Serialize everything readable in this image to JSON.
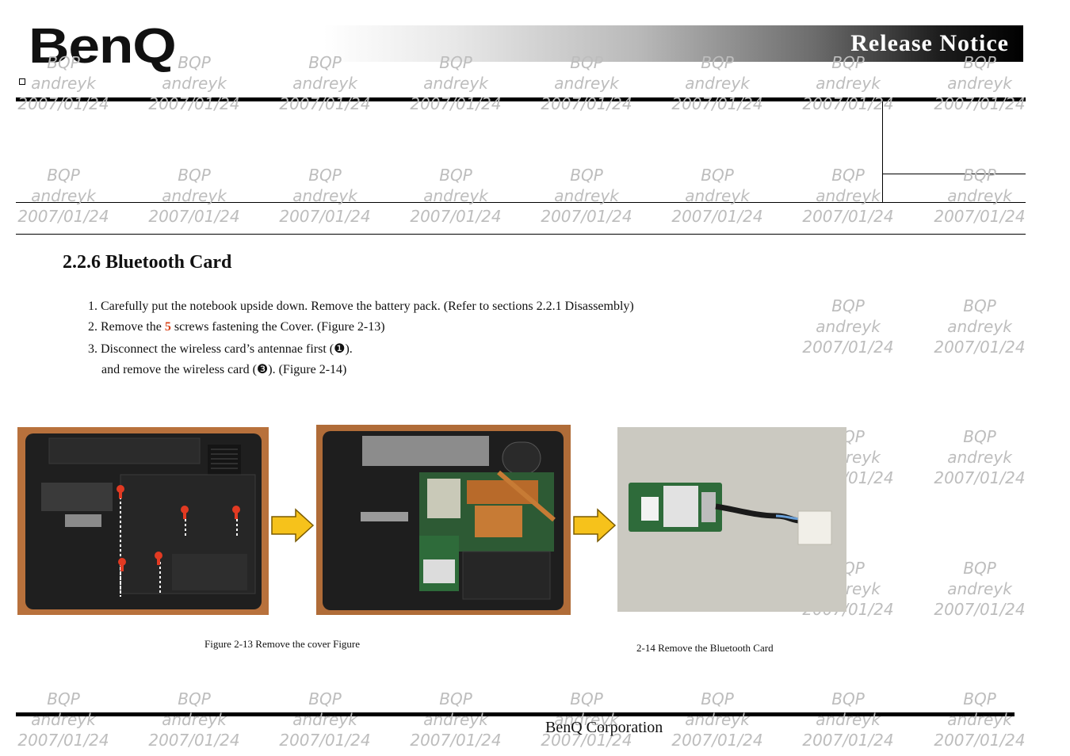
{
  "header": {
    "logo": "BenQ",
    "banner_title": "Release Notice"
  },
  "watermark": {
    "line1": "BQP",
    "line2": "andreyk",
    "line3": "2007/01/24"
  },
  "section": {
    "title": "2.2.6 Bluetooth Card",
    "steps": [
      {
        "pre": "1. Carefully put the notebook upside down. Remove the battery pack. (Refer to sections 2.2.1 Disassembly)",
        "em": "",
        "post": ""
      },
      {
        "pre": "2. Remove the ",
        "em": "5",
        "post": " screws fastening the Cover. (Figure 2-13)"
      },
      {
        "pre": "3. Disconnect the wireless card’s antennae first (❶).",
        "em": "",
        "post": ""
      },
      {
        "pre": "and remove the wireless card (❸).  (Figure 2-14)",
        "em": "",
        "post": ""
      }
    ]
  },
  "figures": {
    "caption_13": "Figure 2-13  Remove the cover Figure",
    "caption_14": "2-14  Remove the Bluetooth Card"
  },
  "colors": {
    "arrow": "#f6c21b",
    "accent_red": "#d9441a",
    "laptop_body": "#232323",
    "pcb_green": "#2e6b3a"
  },
  "footer": {
    "company": "BenQ Corporation"
  }
}
